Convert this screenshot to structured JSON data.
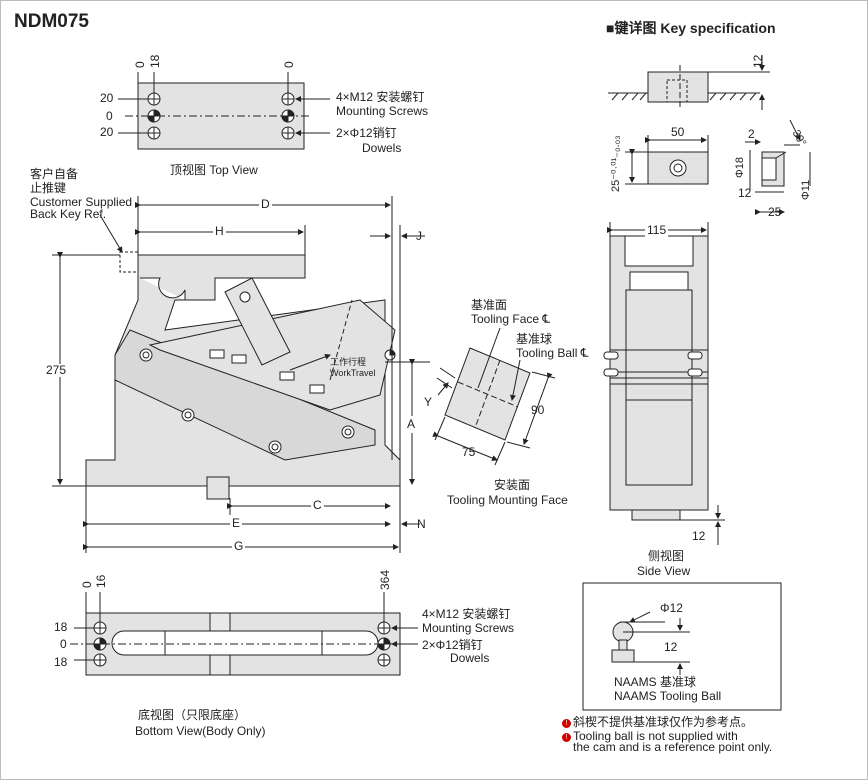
{
  "title": "NDM075",
  "key_spec": {
    "heading": "■键详图 Key specification",
    "dim_12": "12",
    "dim_50": "50",
    "dim_25_tol": "25⁻⁰·⁰¹₋₀.₀₃",
    "dim_2": "2",
    "dim_30deg": "30°",
    "dim_phi18": "Φ18",
    "dim_phi11": "Φ11",
    "dim_12b": "12",
    "dim_25": "25"
  },
  "top_view": {
    "caption": "顶视图 Top View",
    "x_labels": [
      "0",
      "18",
      "0"
    ],
    "y_labels": [
      "20",
      "0",
      "20"
    ],
    "screws": "4×M12 安装螺钉",
    "screws_en": "Mounting Screws",
    "dowels": "2×Φ12销钉",
    "dowels_en": "Dowels"
  },
  "front_view": {
    "customer_cn1": "客户自备",
    "customer_cn2": "止推键",
    "customer_en1": "Customer Supplied",
    "customer_en2": "Back Key Ref.",
    "dims": {
      "D": "D",
      "H": "H",
      "J": "J",
      "A": "A",
      "C": "C",
      "E": "E",
      "N": "N",
      "G": "G",
      "h275": "275"
    },
    "work_travel_cn": "工作行程",
    "work_travel_en": "WorkTravel"
  },
  "face_detail": {
    "tooling_face_cn": "基准面",
    "tooling_face_en": "Tooling Face ℄",
    "tooling_ball_cn": "基准球",
    "tooling_ball_en": "Tooling Ball ℄",
    "Y": "Y",
    "d90": "90",
    "d75": "75",
    "mount_cn": "安装面",
    "mount_en": "Tooling Mounting Face"
  },
  "side_view": {
    "d115": "115",
    "d12": "12",
    "caption_cn": "侧视图",
    "caption_en": "Side  View"
  },
  "bottom_view": {
    "x_labels": [
      "0",
      "16",
      "364"
    ],
    "y_labels": [
      "18",
      "0",
      "18"
    ],
    "screws": "4×M12 安装螺钉",
    "screws_en": "Mounting Screws",
    "dowels": "2×Φ12销钉",
    "dowels_en": "Dowels",
    "caption_cn": "底视图（只限底座）",
    "caption_en": "Bottom View(Body Only)"
  },
  "ball": {
    "phi12": "Φ12",
    "d12": "12",
    "label_cn": "NAAMS 基准球",
    "label_en": "NAAMS Tooling Ball"
  },
  "notes": {
    "cn": "斜楔不提供基准球仅作为参考点。",
    "en1": "Tooling ball is not supplied with",
    "en2": "the cam and is a reference point only."
  },
  "colors": {
    "line": "#222222",
    "body": "#e3e3e3",
    "warn": "#d40000"
  }
}
